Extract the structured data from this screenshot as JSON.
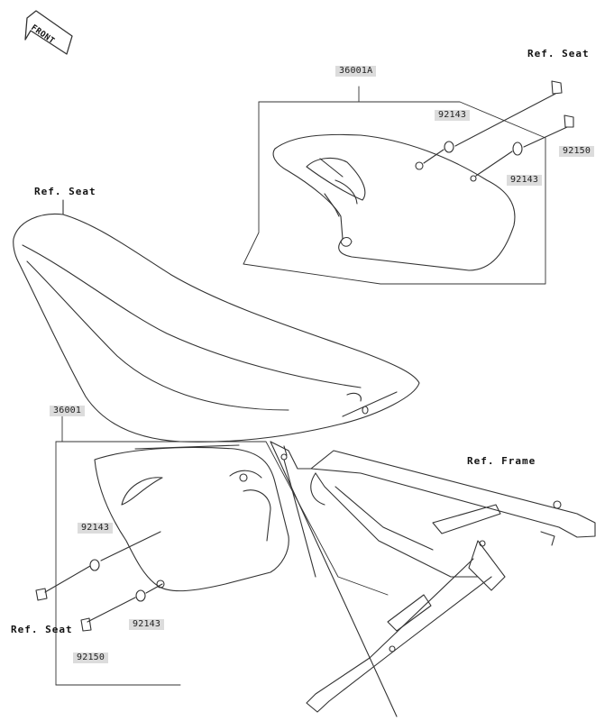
{
  "front_arrow": "FRONT",
  "refs": {
    "seat_top_right": "Ref. Seat",
    "seat_left": "Ref. Seat",
    "frame": "Ref. Frame",
    "seat_bottom_left": "Ref. Seat"
  },
  "parts": {
    "upper_assembly": "36001A",
    "upper_washer_left": "92143",
    "upper_washer_right": "92143",
    "upper_bolt": "92150",
    "lower_assembly": "36001",
    "lower_washer_left": "92143",
    "lower_washer_right": "92143",
    "lower_bolt": "92150"
  },
  "colors": {
    "line": "#333333",
    "label_bg": "#dcdcdc"
  }
}
